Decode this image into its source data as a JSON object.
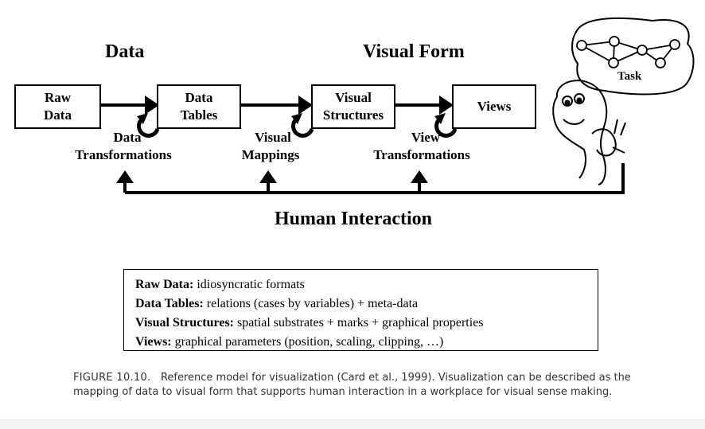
{
  "diagram": {
    "headings": {
      "data": "Data",
      "visual_form": "Visual Form"
    },
    "boxes": {
      "raw_data": [
        "Raw",
        "Data"
      ],
      "data_tables": [
        "Data",
        "Tables"
      ],
      "visual_structures": [
        "Visual",
        "Structures"
      ],
      "views": [
        "Views"
      ]
    },
    "transforms": {
      "data_transformations": [
        "Data",
        "Transformations"
      ],
      "visual_mappings": [
        "Visual",
        "Mappings"
      ],
      "view_transformations": [
        "View",
        "Transformations"
      ]
    },
    "task_label": "Task",
    "human_interaction": "Human Interaction"
  },
  "legend": [
    {
      "term": "Raw Data:",
      "desc": "idiosyncratic formats"
    },
    {
      "term": "Data Tables:",
      "desc": "relations (cases by variables)  +  meta-data"
    },
    {
      "term": "Visual Structures:",
      "desc": "spatial substrates  +  marks  +  graphical properties"
    },
    {
      "term": "Views:",
      "desc": "graphical parameters (position, scaling, clipping, …)"
    }
  ],
  "caption": {
    "label": "FIGURE 10.10.",
    "text": "Reference model for visualization (Card et al., 1999). Visualization can be described as the mapping of data to visual form that supports human interaction in a workplace for visual sense making."
  }
}
